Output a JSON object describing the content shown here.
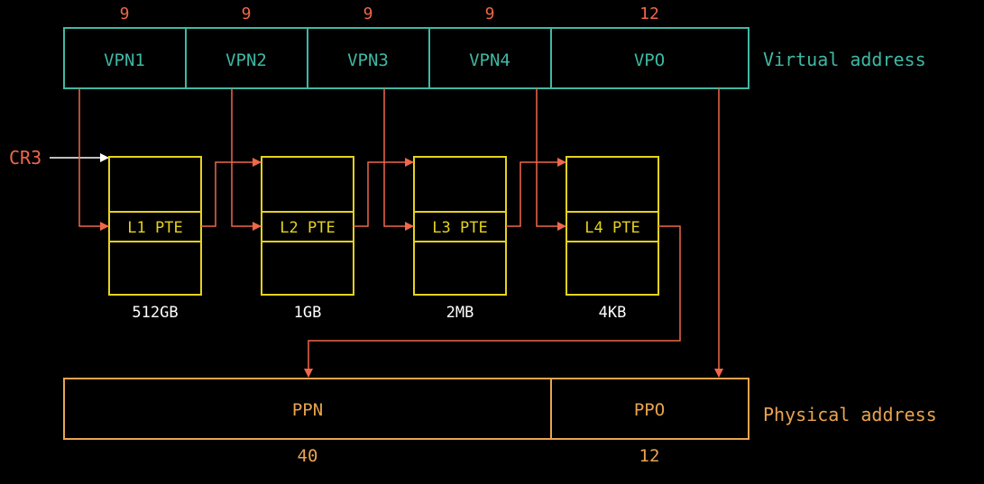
{
  "colors": {
    "background": "#000000",
    "virtual": "#3fb8a4",
    "arrow": "#f0674a",
    "table": "#e5d21e",
    "physical": "#e9a450",
    "white": "#ffffff"
  },
  "virtual_address": {
    "label": "Virtual address",
    "fields": [
      {
        "name": "VPN1",
        "bits": "9"
      },
      {
        "name": "VPN2",
        "bits": "9"
      },
      {
        "name": "VPN3",
        "bits": "9"
      },
      {
        "name": "VPN4",
        "bits": "9"
      },
      {
        "name": "VPO",
        "bits": "12"
      }
    ]
  },
  "cr3_label": "CR3",
  "page_tables": [
    {
      "entry": "L1 PTE",
      "size": "512GB"
    },
    {
      "entry": "L2 PTE",
      "size": "1GB"
    },
    {
      "entry": "L3 PTE",
      "size": "2MB"
    },
    {
      "entry": "L4 PTE",
      "size": "4KB"
    }
  ],
  "physical_address": {
    "label": "Physical address",
    "fields": [
      {
        "name": "PPN",
        "bits": "40"
      },
      {
        "name": "PPO",
        "bits": "12"
      }
    ]
  }
}
